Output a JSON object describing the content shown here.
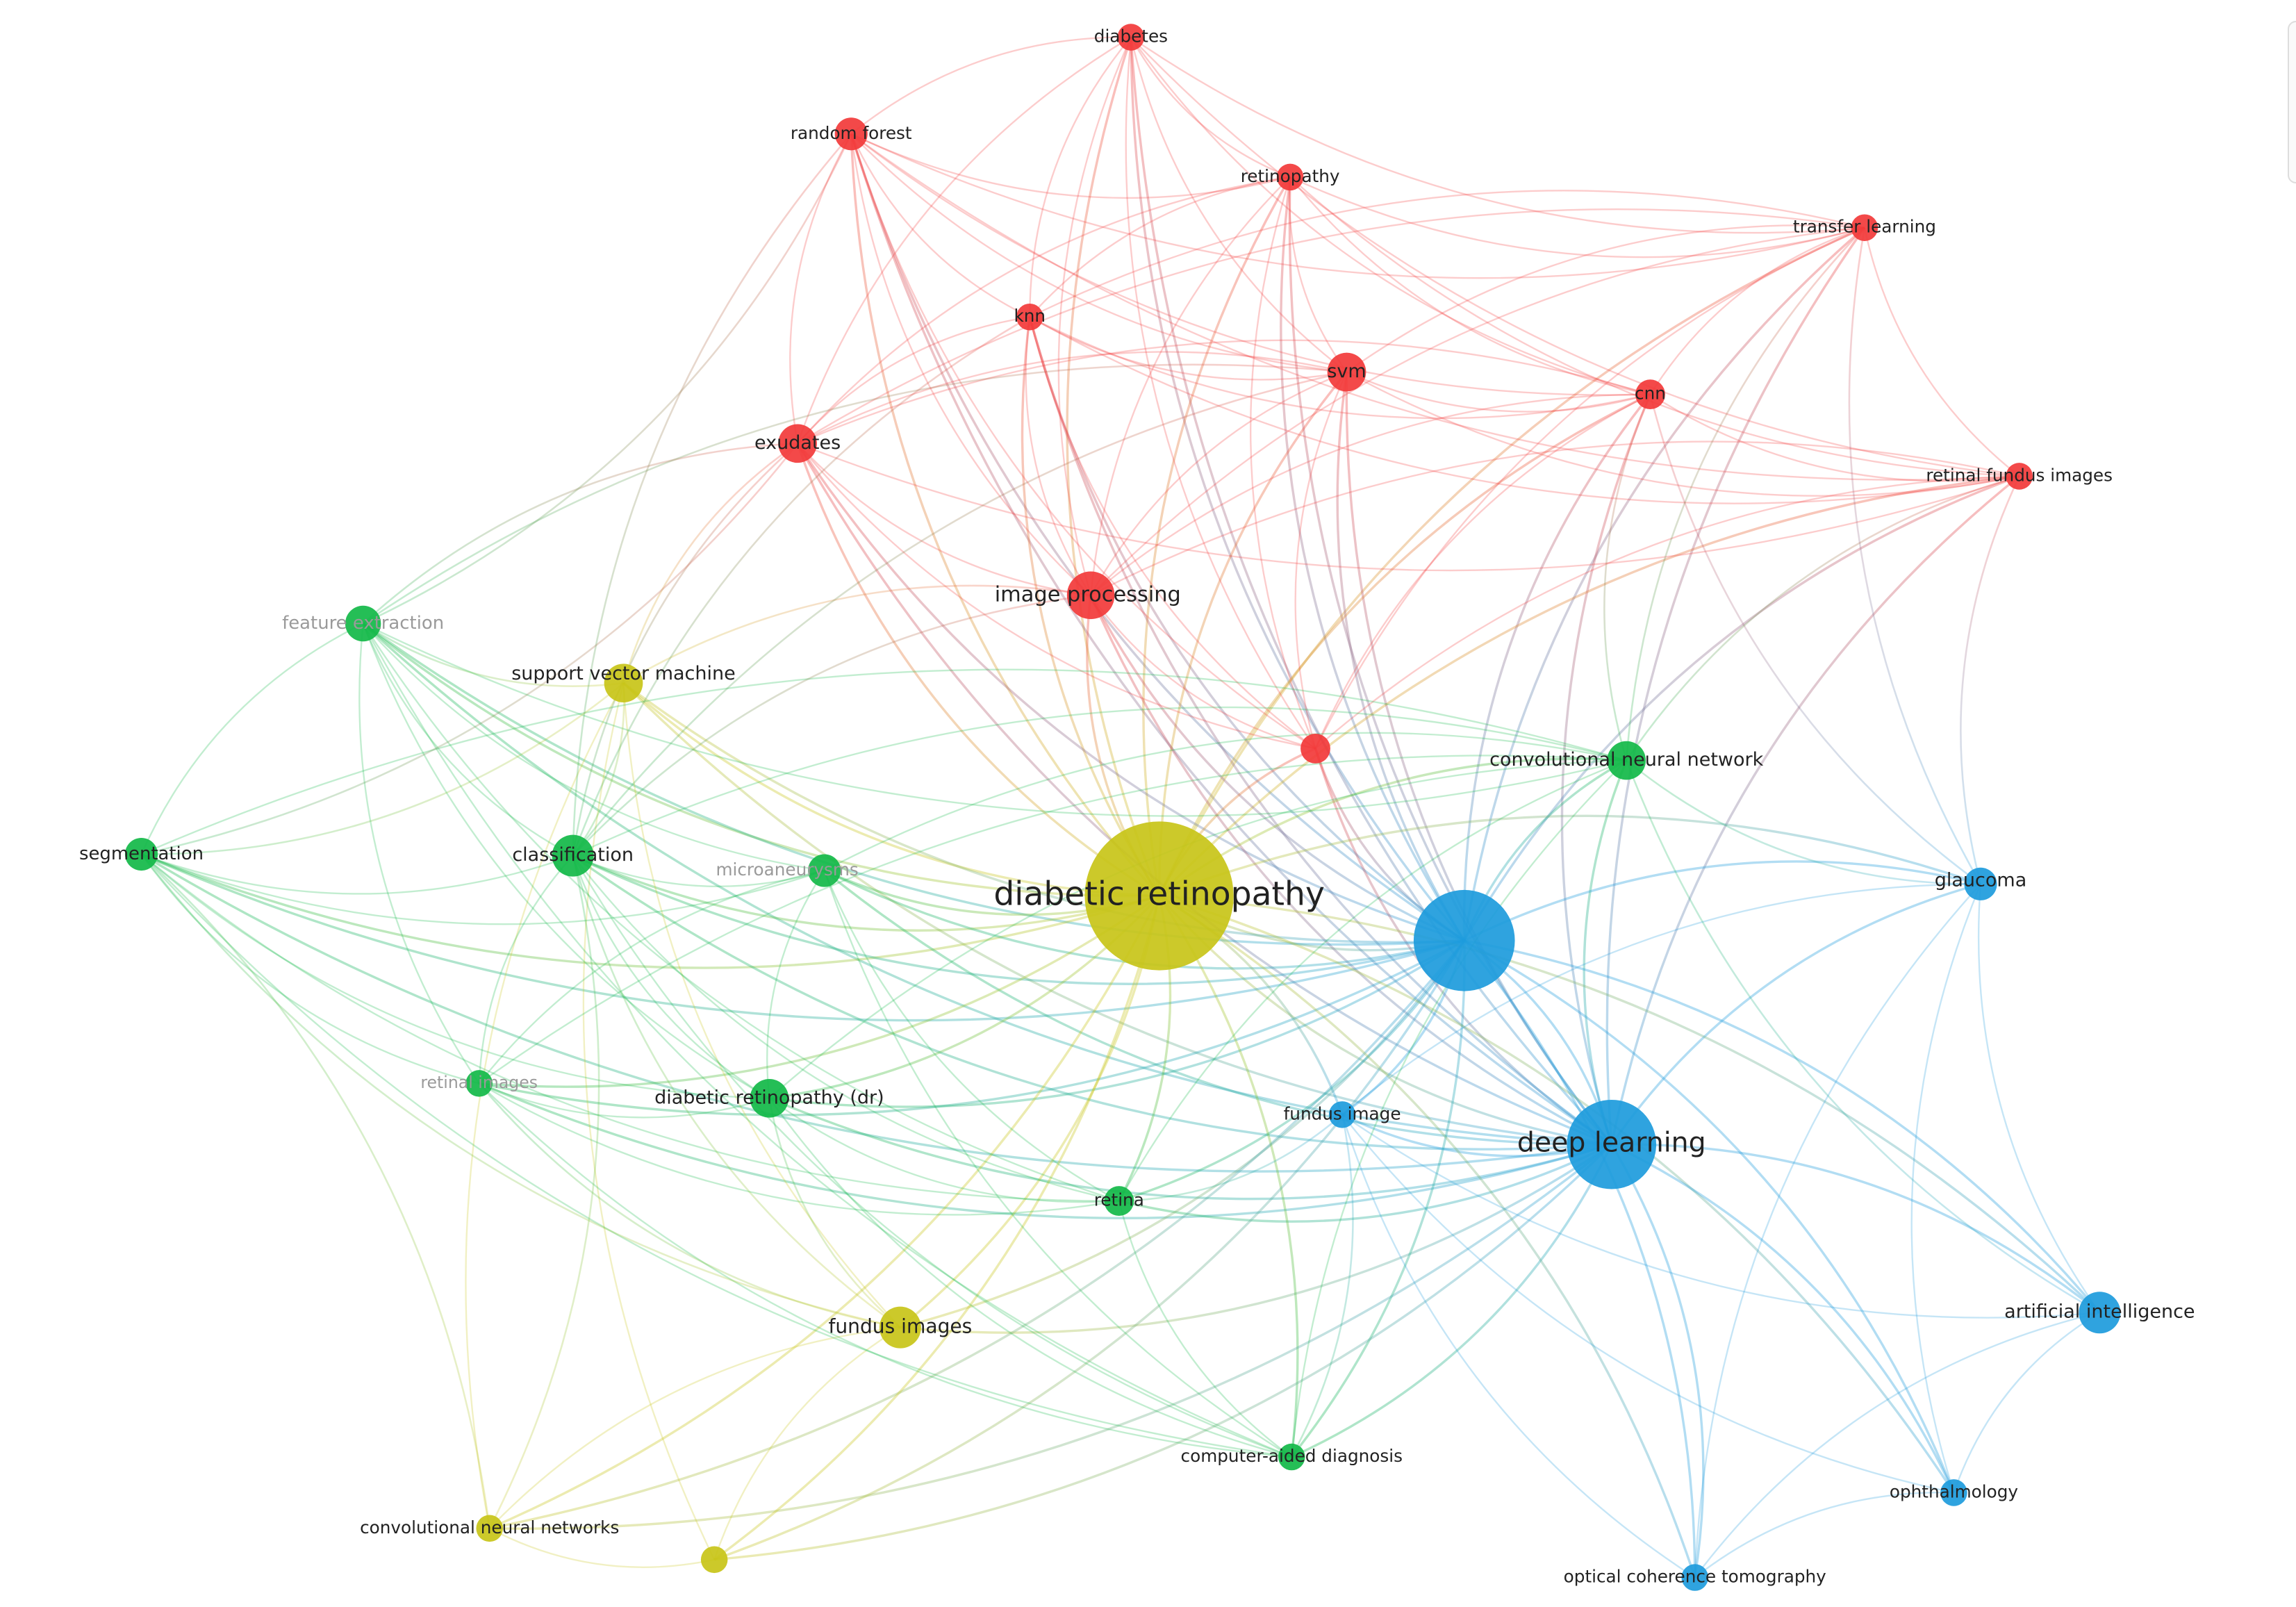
{
  "clusters": {
    "red": "#f23a3a",
    "green": "#12b848",
    "yellow": "#c8c418",
    "blue": "#1d9bdc"
  },
  "nodes": [
    {
      "id": "diabetic-retinopathy",
      "label": "diabetic retinopathy",
      "cluster": "yellow",
      "weight": 10,
      "dim": false
    },
    {
      "id": "deep-learning",
      "label": "deep learning",
      "cluster": "blue",
      "weight": 8,
      "dim": false
    },
    {
      "id": "dl-hub",
      "label": "",
      "cluster": "blue",
      "weight": 8.5,
      "dim": false
    },
    {
      "id": "diabetes",
      "label": "diabetes",
      "cluster": "red",
      "weight": 2,
      "dim": false
    },
    {
      "id": "random-forest",
      "label": "random forest",
      "cluster": "red",
      "weight": 2.5,
      "dim": false
    },
    {
      "id": "retinopathy",
      "label": "retinopathy",
      "cluster": "red",
      "weight": 2,
      "dim": false
    },
    {
      "id": "transfer-learning",
      "label": "transfer learning",
      "cluster": "red",
      "weight": 2,
      "dim": false
    },
    {
      "id": "knn",
      "label": "knn",
      "cluster": "red",
      "weight": 2,
      "dim": false
    },
    {
      "id": "svm",
      "label": "svm",
      "cluster": "red",
      "weight": 3,
      "dim": false
    },
    {
      "id": "cnn",
      "label": "cnn",
      "cluster": "red",
      "weight": 2.2,
      "dim": false
    },
    {
      "id": "exudates",
      "label": "exudates",
      "cluster": "red",
      "weight": 3,
      "dim": false
    },
    {
      "id": "retinal-fundus-images",
      "label": "retinal fundus images",
      "cluster": "red",
      "weight": 2,
      "dim": false
    },
    {
      "id": "image-processing",
      "label": "image processing",
      "cluster": "red",
      "weight": 3.5,
      "dim": false
    },
    {
      "id": "red-small",
      "label": "",
      "cluster": "red",
      "weight": 2.2,
      "dim": false
    },
    {
      "id": "feature-extraction",
      "label": "feature extraction",
      "cluster": "green",
      "weight": 2.8,
      "dim": true
    },
    {
      "id": "support-vector-machine",
      "label": "support vector machine",
      "cluster": "yellow",
      "weight": 3,
      "dim": false
    },
    {
      "id": "convolutional-neural-network",
      "label": "convolutional neural network",
      "cluster": "green",
      "weight": 3,
      "dim": false
    },
    {
      "id": "segmentation",
      "label": "segmentation",
      "cluster": "green",
      "weight": 2.5,
      "dim": false
    },
    {
      "id": "classification",
      "label": "classification",
      "cluster": "green",
      "weight": 3.2,
      "dim": false
    },
    {
      "id": "microaneurysms",
      "label": "microaneurysms",
      "cluster": "green",
      "weight": 2.4,
      "dim": true
    },
    {
      "id": "glaucoma",
      "label": "glaucoma",
      "cluster": "blue",
      "weight": 2.5,
      "dim": false
    },
    {
      "id": "retinal-images",
      "label": "retinal images",
      "cluster": "green",
      "weight": 2,
      "dim": true
    },
    {
      "id": "diabetic-retinopathy-dr",
      "label": "diabetic retinopathy (dr)",
      "cluster": "green",
      "weight": 3,
      "dim": false
    },
    {
      "id": "fundus-image",
      "label": "fundus image",
      "cluster": "blue",
      "weight": 2.2,
      "dim": false
    },
    {
      "id": "retina",
      "label": "retina",
      "cluster": "green",
      "weight": 2.4,
      "dim": false
    },
    {
      "id": "artificial-intelligence",
      "label": "artificial intelligence",
      "cluster": "blue",
      "weight": 3,
      "dim": false
    },
    {
      "id": "fundus-images",
      "label": "fundus images",
      "cluster": "yellow",
      "weight": 3,
      "dim": false
    },
    {
      "id": "computer-aided-diagnosis",
      "label": "computer-aided diagnosis",
      "cluster": "green",
      "weight": 2,
      "dim": false
    },
    {
      "id": "ophthalmology",
      "label": "ophthalmology",
      "cluster": "blue",
      "weight": 2.3,
      "dim": false
    },
    {
      "id": "convolutional-neural-networks",
      "label": "convolutional neural networks",
      "cluster": "yellow",
      "weight": 2.2,
      "dim": false
    },
    {
      "id": "yellow-small",
      "label": "",
      "cluster": "yellow",
      "weight": 2,
      "dim": false
    },
    {
      "id": "optical-coherence-tomography",
      "label": "optical coherence tomography",
      "cluster": "blue",
      "weight": 2.2,
      "dim": false
    }
  ]
}
